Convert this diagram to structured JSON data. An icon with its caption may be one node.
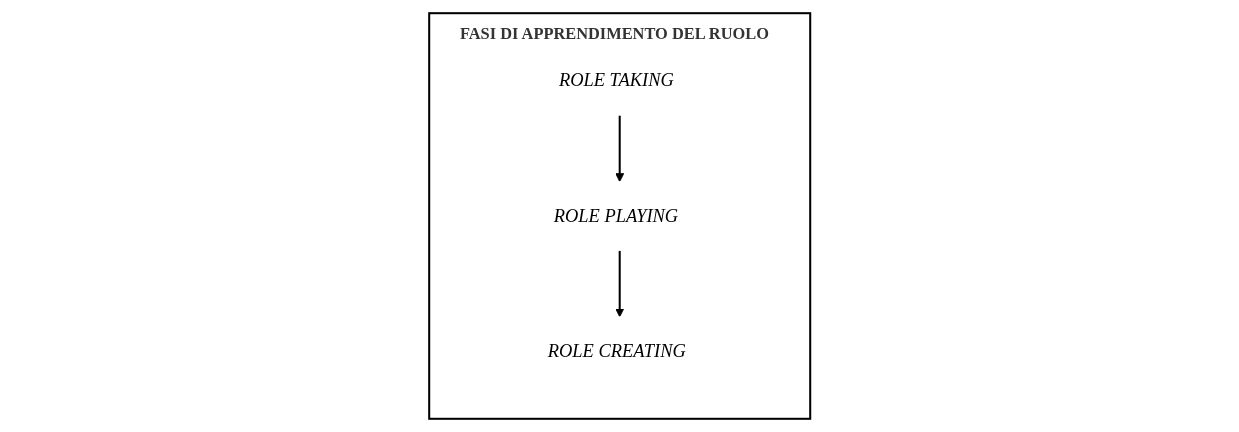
{
  "diagram": {
    "nodes": [
      {
        "text": [
          "FASI DI APPRENDIMENTO DEL RUOLO"
        ]
      },
      {
        "text": [
          "ROLE TAKING"
        ],
        "in": 0
      },
      {
        "text": [
          "ROLE PLAYING"
        ],
        "in": 0
      },
      {
        "text": [
          "ROLE CREATING"
        ],
        "in": 0
      }
    ],
    "edges": [
      {
        "from": 1,
        "to": 2,
        "arrow": "to"
      },
      {
        "from": 2,
        "to": 3,
        "arrow": "to"
      }
    ]
  }
}
